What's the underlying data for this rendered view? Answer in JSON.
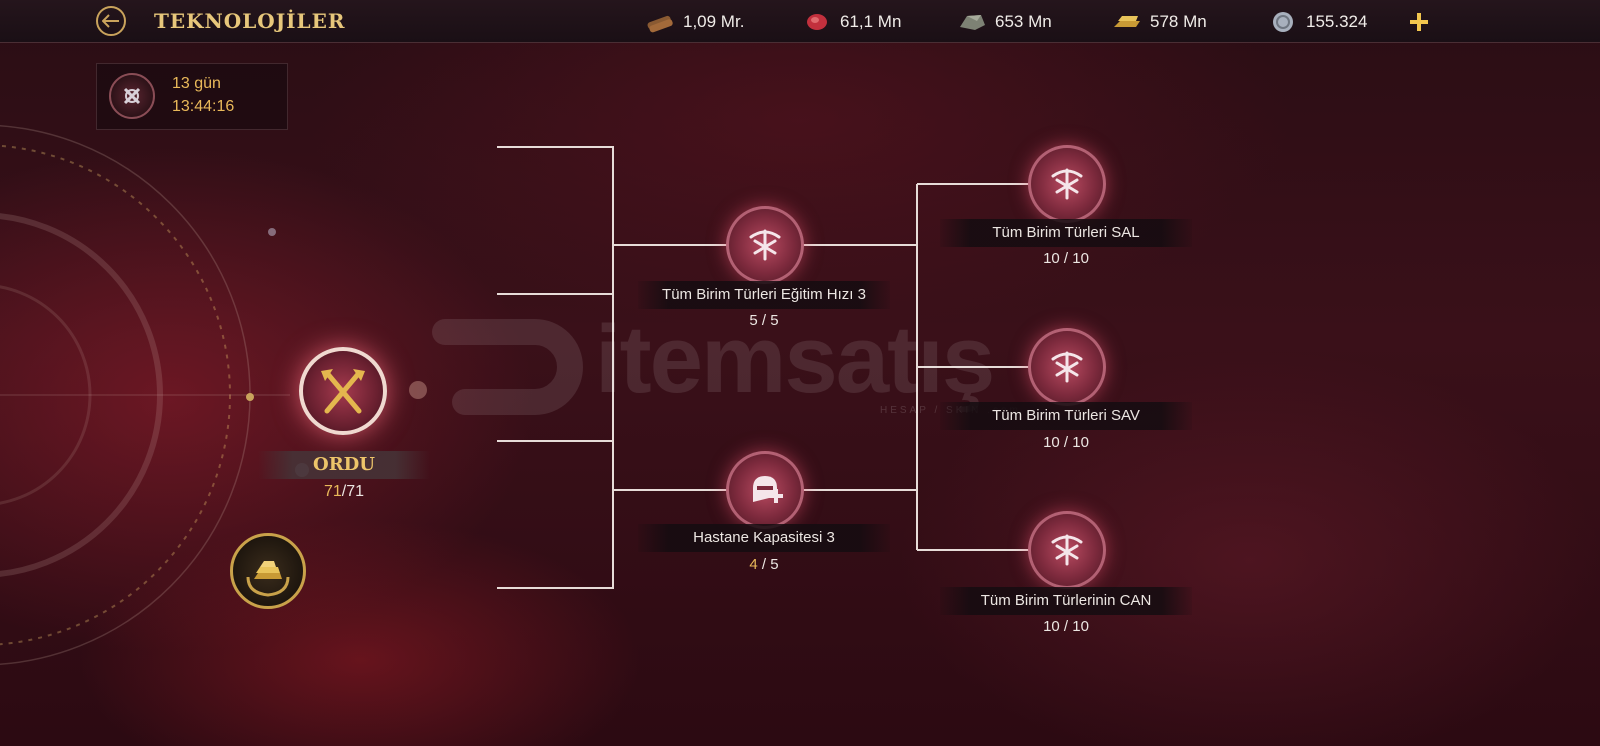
{
  "header": {
    "title": "TEKNOLOJİLER"
  },
  "resources": [
    {
      "icon": "wood-icon",
      "value": "1,09 Mr."
    },
    {
      "icon": "meat-icon",
      "value": "61,1 Mn"
    },
    {
      "icon": "stone-icon",
      "value": "653 Mn"
    },
    {
      "icon": "gold-bar-icon",
      "value": "578 Mn"
    },
    {
      "icon": "silver-coin-icon",
      "value": "155.324"
    }
  ],
  "timer": {
    "days": "13 gün",
    "time": "13:44:16"
  },
  "category": {
    "name": "ORDU",
    "current": "71",
    "total": "/71"
  },
  "nodes": [
    {
      "label": "Tüm Birim Türleri Eğitim Hızı 3",
      "current": "5",
      "sep_total": " / 5"
    },
    {
      "label": "Hastane Kapasitesi 3",
      "current": "4",
      "sep_total": " / 5"
    },
    {
      "label": "Tüm Birim Türleri SAL",
      "current": "10",
      "sep_total": " / 10"
    },
    {
      "label": "Tüm Birim Türleri SAV",
      "current": "10",
      "sep_total": " / 10"
    },
    {
      "label": "Tüm Birim Türlerinin CAN",
      "current": "10",
      "sep_total": " / 10"
    }
  ],
  "watermark": {
    "text": "itemsatış",
    "sub": "HESAP / SKIN .com"
  },
  "colors": {
    "accent_gold": "#e7c77b",
    "progress_highlight": "#e9b95a",
    "node_pink": "#b84a60"
  }
}
